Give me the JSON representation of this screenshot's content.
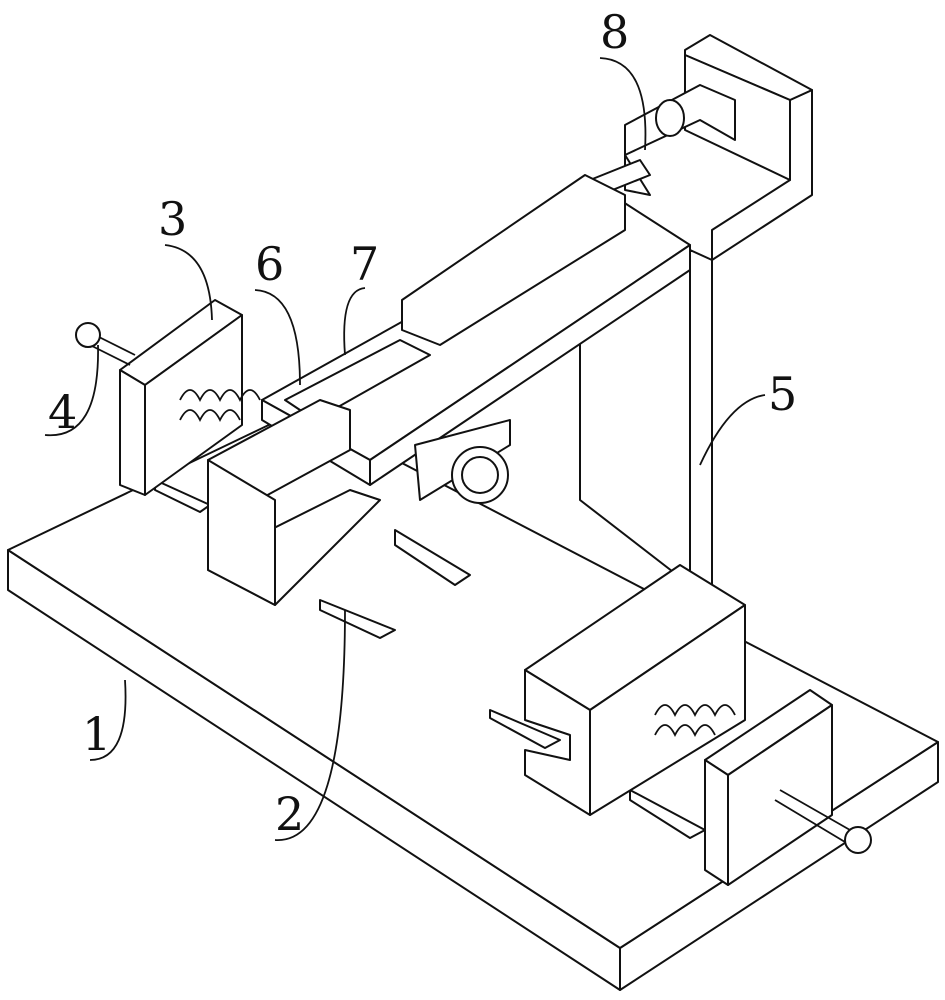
{
  "figure": {
    "labels": [
      {
        "id": "label-1",
        "text": "1"
      },
      {
        "id": "label-2",
        "text": "2"
      },
      {
        "id": "label-3",
        "text": "3"
      },
      {
        "id": "label-4",
        "text": "4"
      },
      {
        "id": "label-5",
        "text": "5"
      },
      {
        "id": "label-6",
        "text": "6"
      },
      {
        "id": "label-7",
        "text": "7"
      },
      {
        "id": "label-8",
        "text": "8"
      }
    ]
  }
}
